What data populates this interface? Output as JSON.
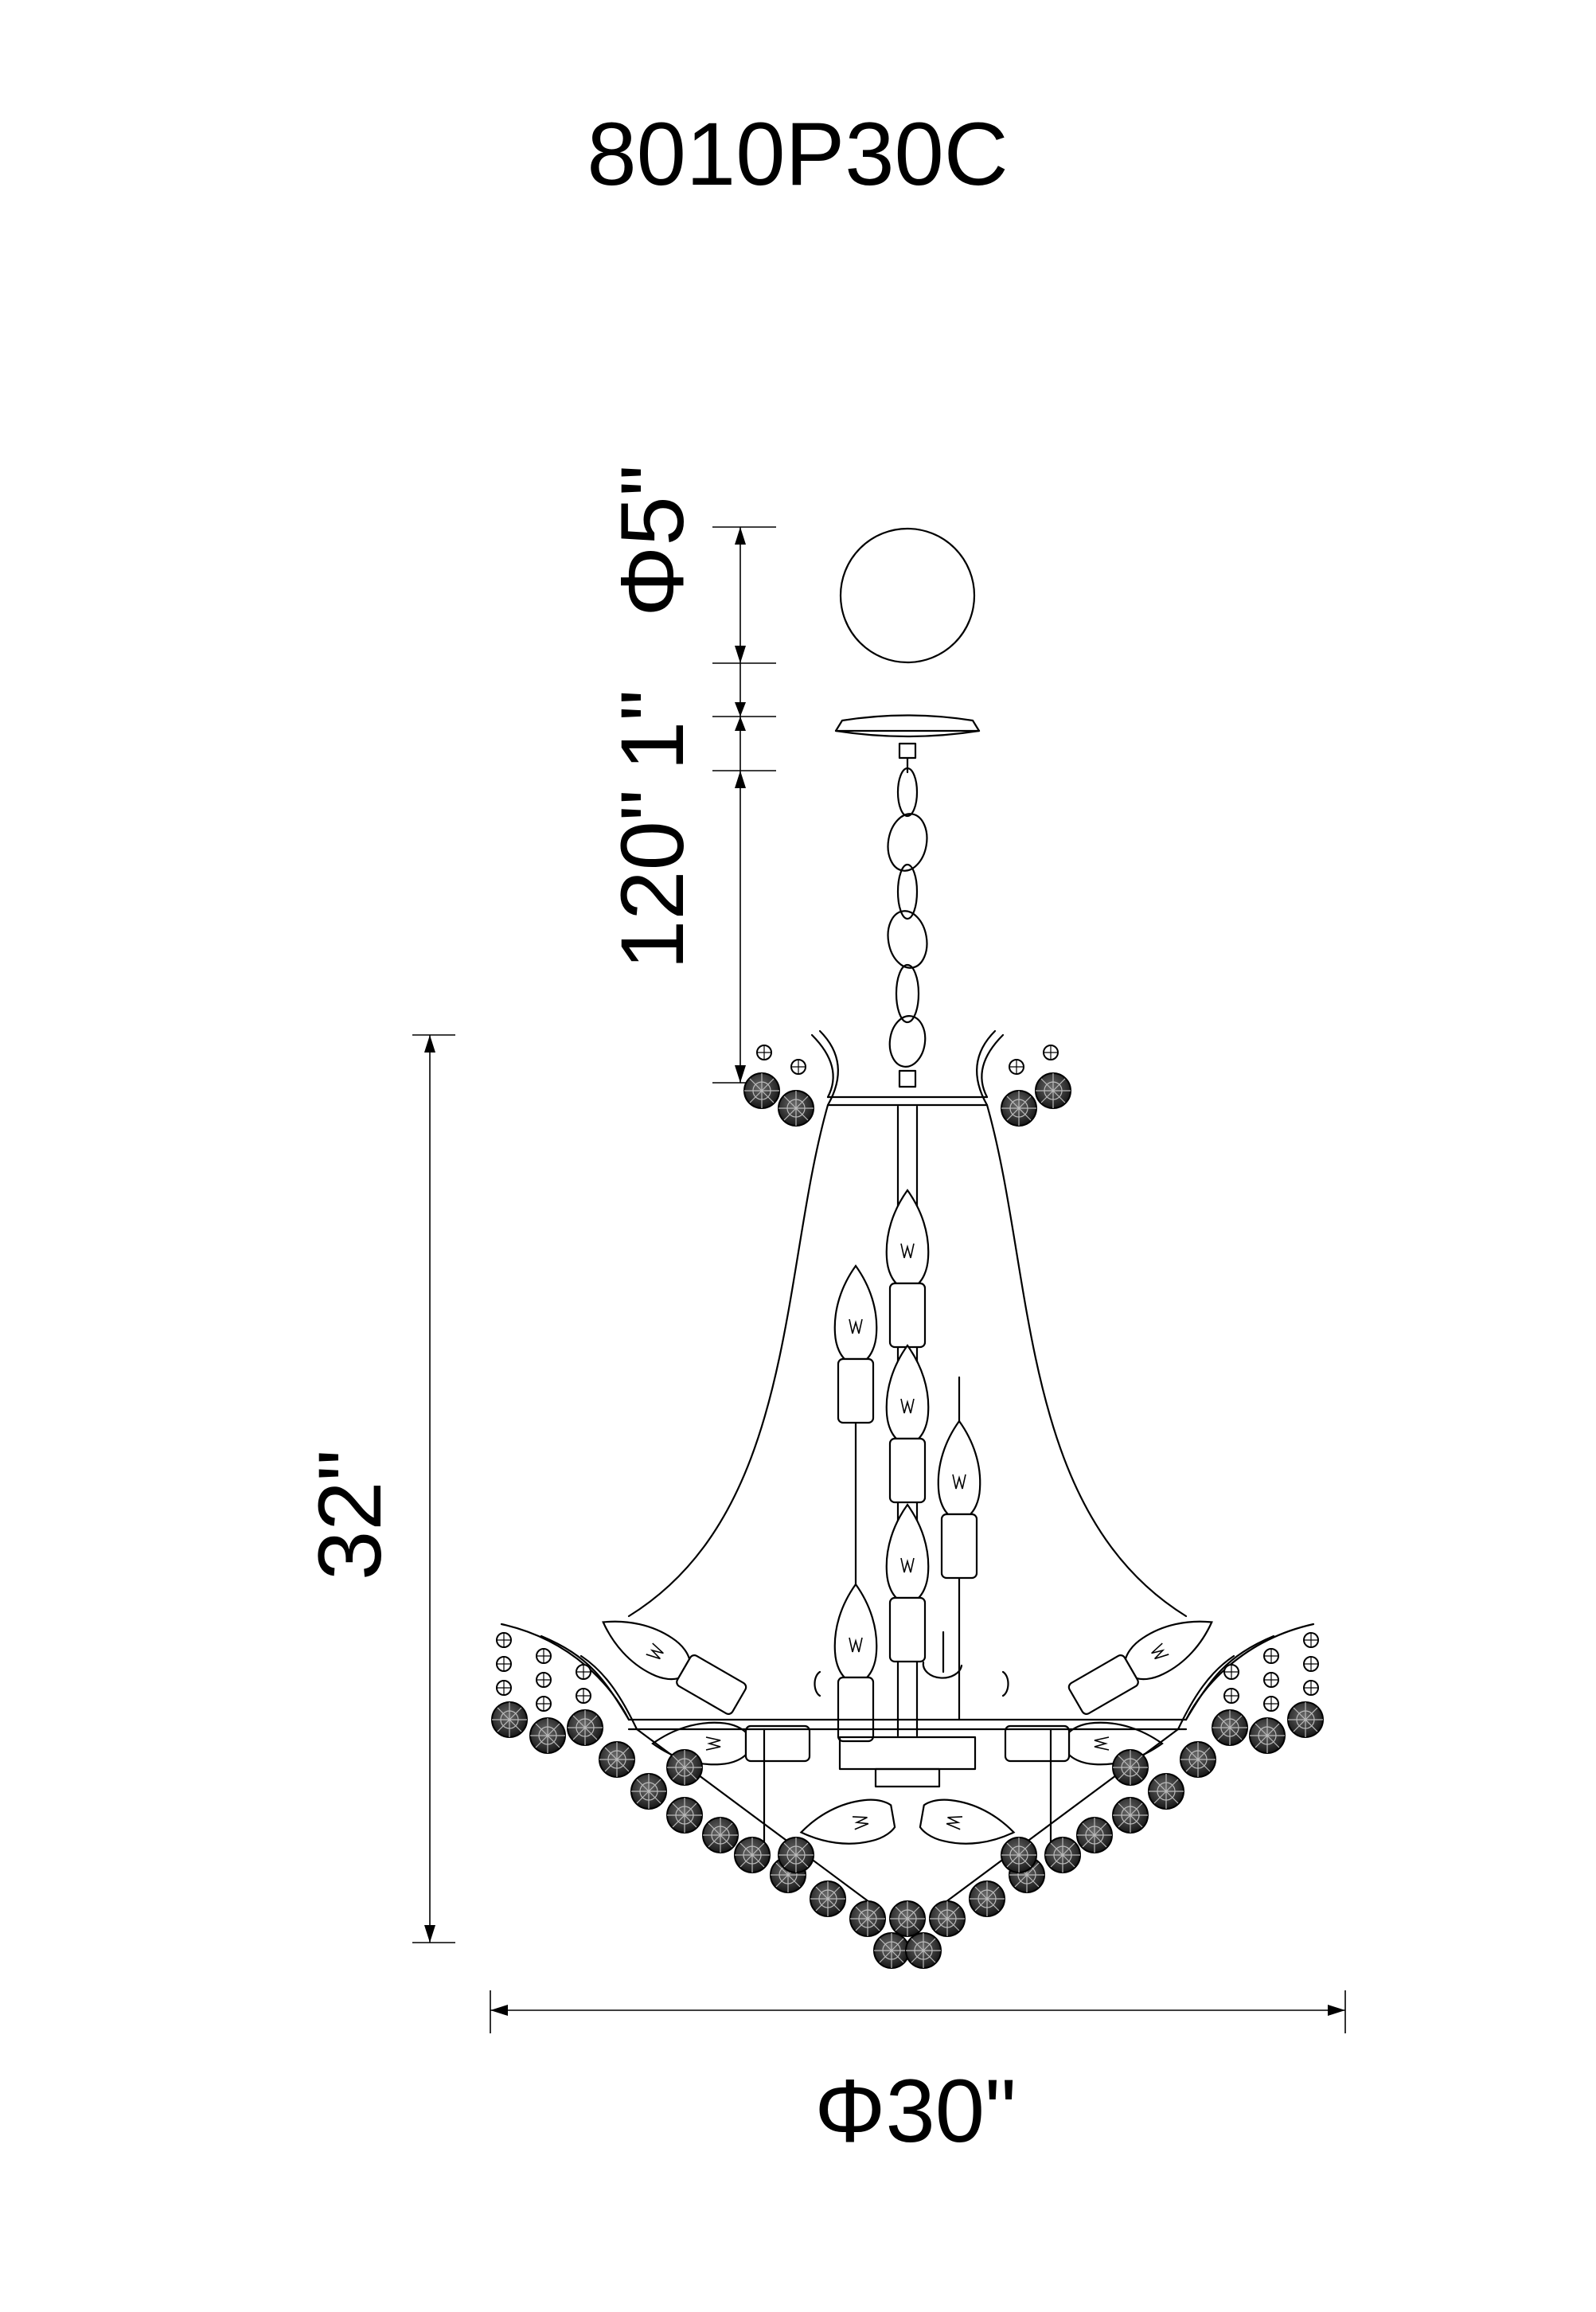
{
  "title": "8010P30C",
  "dimensions": {
    "canopy_diameter": "Φ5\"",
    "canopy_height": "1\"",
    "chain_length": "120\"",
    "body_height": "32\"",
    "body_diameter": "Φ30\""
  }
}
